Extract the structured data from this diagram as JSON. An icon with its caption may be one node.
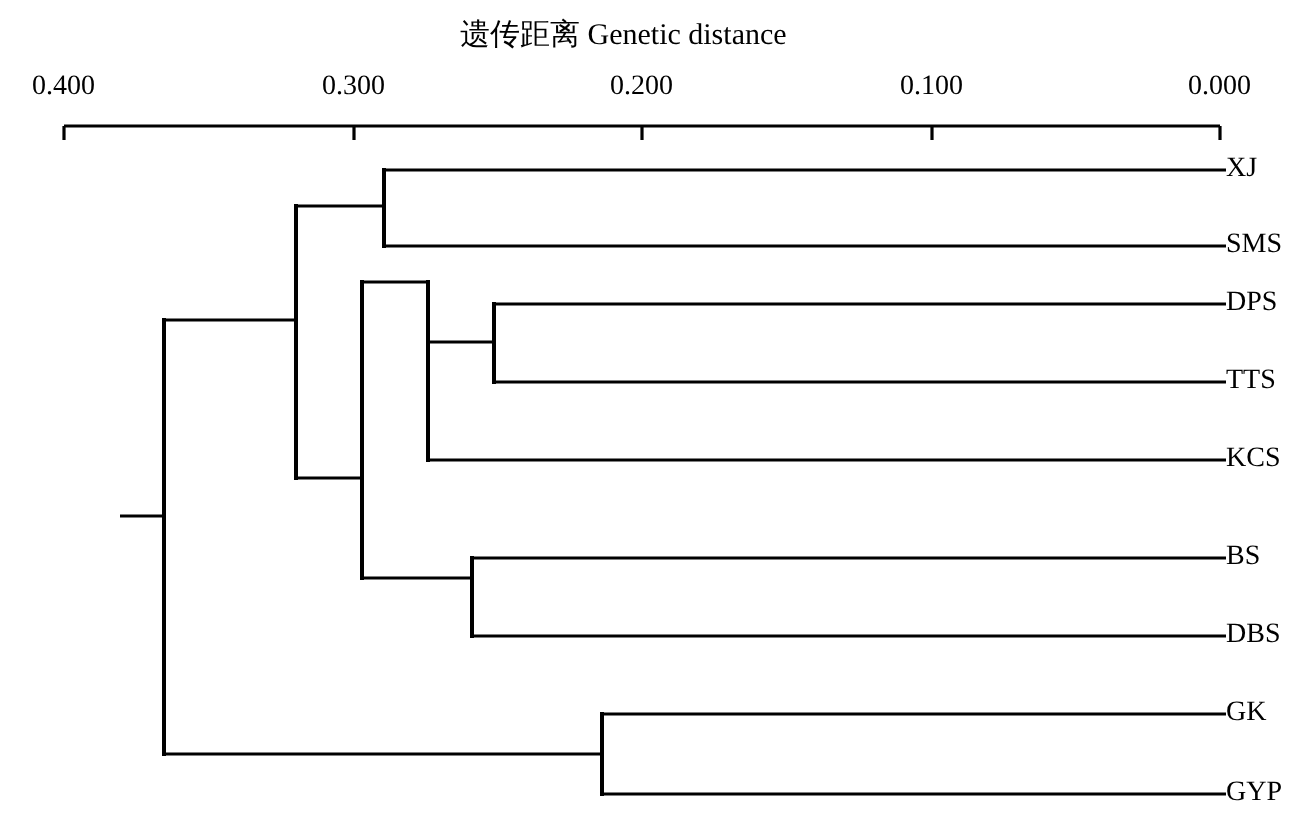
{
  "diagram": {
    "title": "遗传距离 Genetic distance",
    "nodes": [
      {
        "text": [
          "XJ"
        ]
      },
      {
        "text": [
          "SMS"
        ]
      },
      {
        "text": [
          "DPS"
        ]
      },
      {
        "text": [
          "TTS"
        ]
      },
      {
        "text": [
          "KCS"
        ]
      },
      {
        "text": [
          "BS"
        ]
      },
      {
        "text": [
          "DBS"
        ]
      },
      {
        "text": [
          "GK"
        ]
      },
      {
        "text": [
          "GYP"
        ]
      },
      {
        "text": [],
        "shape": "bar"
      },
      {
        "text": [],
        "shape": "bar"
      },
      {
        "text": [],
        "shape": "bar"
      },
      {
        "text": [],
        "shape": "bar"
      },
      {
        "text": [],
        "shape": "bar"
      },
      {
        "text": [],
        "shape": "bar"
      },
      {
        "text": [],
        "shape": "bar"
      },
      {
        "text": [],
        "shape": "bar"
      }
    ],
    "edges": [
      {
        "from": null,
        "to": 9,
        "arrow": "none"
      },
      {
        "from": 9,
        "to": 10,
        "arrow": "none"
      },
      {
        "from": 9,
        "to": 16,
        "arrow": "none"
      },
      {
        "from": 10,
        "to": 12,
        "arrow": "none"
      },
      {
        "from": 10,
        "to": 11,
        "arrow": "none"
      },
      {
        "from": 12,
        "to": 0,
        "arrow": "none"
      },
      {
        "from": 12,
        "to": 1,
        "arrow": "none"
      },
      {
        "from": 11,
        "to": 13,
        "arrow": "none"
      },
      {
        "from": 11,
        "to": 14,
        "arrow": "none"
      },
      {
        "from": 13,
        "to": 15,
        "arrow": "none"
      },
      {
        "from": 13,
        "to": 4,
        "arrow": "none"
      },
      {
        "from": 15,
        "to": 2,
        "arrow": "none"
      },
      {
        "from": 15,
        "to": 3,
        "arrow": "none"
      },
      {
        "from": 14,
        "to": 5,
        "arrow": "none"
      },
      {
        "from": 14,
        "to": 6,
        "arrow": "none"
      },
      {
        "from": 16,
        "to": 7,
        "arrow": "none"
      },
      {
        "from": 16,
        "to": 8,
        "arrow": "none"
      }
    ],
    "labels": [
      "0.400",
      "0.300",
      "0.200",
      "0.100",
      "0.000"
    ]
  }
}
